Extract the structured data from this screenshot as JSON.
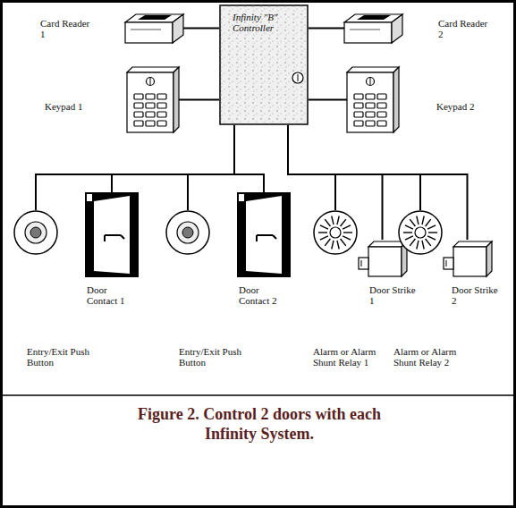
{
  "diagram": {
    "caption": "Figure 2. Control 2 doors with each Infinity System.",
    "nodes": [
      {
        "text": [
          "Card Reader 1"
        ]
      },
      {
        "text": [
          "Infinity \"B\" Controller"
        ]
      },
      {
        "text": [
          "Card Reader 2"
        ]
      },
      {
        "text": [
          "Keypad 1"
        ]
      },
      {
        "text": [
          "Keypad 2"
        ]
      },
      {
        "text": [
          "Entry/Exit Push Button"
        ]
      },
      {
        "text": [
          "Door Contact 1"
        ]
      },
      {
        "text": [
          "Entry/Exit Push Button"
        ]
      },
      {
        "text": [
          "Door Contact 2"
        ]
      },
      {
        "text": [
          "Alarm or Alarm Shunt Relay 1"
        ]
      },
      {
        "text": [
          "Door Strike 1"
        ]
      },
      {
        "text": [
          "Alarm or Alarm Shunt Relay 2"
        ]
      },
      {
        "text": [
          "Door Strike 2"
        ]
      }
    ],
    "edges": [
      {
        "from": 1,
        "to": 0,
        "arrow": "none"
      },
      {
        "from": 1,
        "to": 2,
        "arrow": "none"
      },
      {
        "from": 1,
        "to": 3,
        "arrow": "none"
      },
      {
        "from": 1,
        "to": 4,
        "arrow": "none"
      },
      {
        "from": 1,
        "to": 5,
        "arrow": "none"
      },
      {
        "from": 1,
        "to": 6,
        "arrow": "none"
      },
      {
        "from": 1,
        "to": 7,
        "arrow": "none"
      },
      {
        "from": 1,
        "to": 8,
        "arrow": "none"
      },
      {
        "from": 1,
        "to": 9,
        "arrow": "none"
      },
      {
        "from": 1,
        "to": 10,
        "arrow": "none"
      },
      {
        "from": 1,
        "to": 11,
        "arrow": "none"
      },
      {
        "from": 1,
        "to": 12,
        "arrow": "none"
      }
    ]
  }
}
